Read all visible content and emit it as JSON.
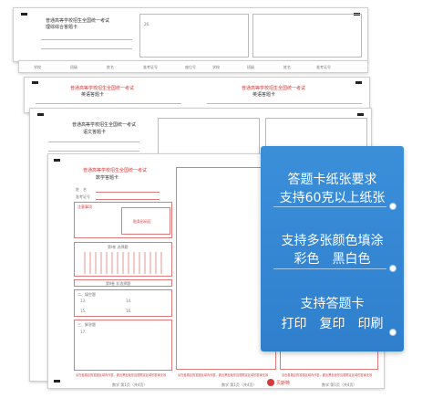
{
  "sheets": {
    "back": {
      "title": "普通高等学校招生全国统一考试",
      "subtitle": "理综综合答题卡",
      "fields": [
        "学校",
        "班级",
        "姓名",
        "准考证号",
        "座位号"
      ],
      "q_label": "26."
    },
    "english": {
      "title": "普通高等学校招生全国统一考试",
      "subtitle": "英语答题卡"
    },
    "chinese": {
      "title": "普通高等学校招生全国统一考试",
      "subtitle": "语文答题卡"
    },
    "math": {
      "title": "普通高等学校招生全国统一考试",
      "subtitle": "数学答题卡",
      "name_label": "姓　名",
      "exam_no_label": "准考证号",
      "note_title": "注意事项",
      "barcode_label": "贴条形码区",
      "section1": "第Ⅰ卷 选择题",
      "section2": "第Ⅱ卷 非选择题",
      "fill_blank": "二、填空题",
      "solve": "三、解答题",
      "q13": "13.",
      "q14": "14.",
      "q15": "15.",
      "q16": "16.",
      "q17": "17.",
      "footer_note": "请在各题目的答题区域内作答，超出黑色矩形边框限定区域的答案无效",
      "page_no": "数学 第1页（共4页）",
      "brand": "贝斯特"
    }
  },
  "panel": {
    "line1": "答题卡纸张要求",
    "line2": "支持60克以上纸张",
    "line3": "支持多张颜色填涂",
    "line4": "彩色　黑白色",
    "line5": "支持答题卡",
    "line6": "打印　复印　印刷"
  },
  "colors": {
    "panel": "#3281cf",
    "accent_red": "#d23b3b"
  }
}
